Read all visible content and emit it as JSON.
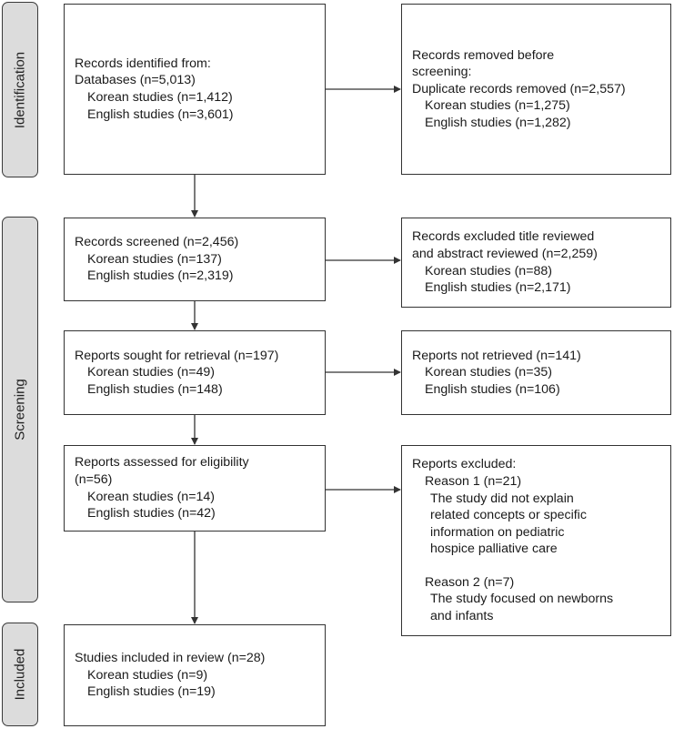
{
  "phases": {
    "identification": "Identification",
    "screening": "Screening",
    "included": "Included"
  },
  "boxes": {
    "identified": {
      "title": "Records identified from:",
      "line2": "Databases (n=5,013)",
      "korean": "Korean studies (n=1,412)",
      "english": "English studies (n=3,601)"
    },
    "removed": {
      "title": "Records removed before",
      "line2": "screening:",
      "line3": "Duplicate records removed (n=2,557)",
      "korean": "Korean studies (n=1,275)",
      "english": "English studies (n=1,282)"
    },
    "screened": {
      "title": "Records screened (n=2,456)",
      "korean": "Korean studies (n=137)",
      "english": "English studies (n=2,319)"
    },
    "excluded_title": {
      "title": "Records excluded title reviewed",
      "line2": "and abstract reviewed (n=2,259)",
      "korean": "Korean studies (n=88)",
      "english": "English studies (n=2,171)"
    },
    "sought": {
      "title": "Reports sought for retrieval (n=197)",
      "korean": "Korean studies (n=49)",
      "english": "English studies (n=148)"
    },
    "not_retrieved": {
      "title": "Reports not retrieved (n=141)",
      "korean": "Korean studies (n=35)",
      "english": "English studies (n=106)"
    },
    "assessed": {
      "title": "Reports assessed for eligibility",
      "line2": "(n=56)",
      "korean": "Korean studies (n=14)",
      "english": "English studies (n=42)"
    },
    "reports_excluded": {
      "title": "Reports excluded:",
      "reason1": "Reason 1 (n=21)",
      "reason1_lines": [
        "The study did not explain",
        "related concepts or specific",
        "information on pediatric",
        "hospice palliative care"
      ],
      "reason2": "Reason 2 (n=7)",
      "reason2_lines": [
        "The study focused on newborns",
        "and infants"
      ]
    },
    "included": {
      "title": "Studies included in review (n=28)",
      "korean": "Korean studies (n=9)",
      "english": "English studies (n=19)"
    }
  },
  "colors": {
    "phase_fill": "#dcdcdc",
    "stroke": "#333333"
  }
}
